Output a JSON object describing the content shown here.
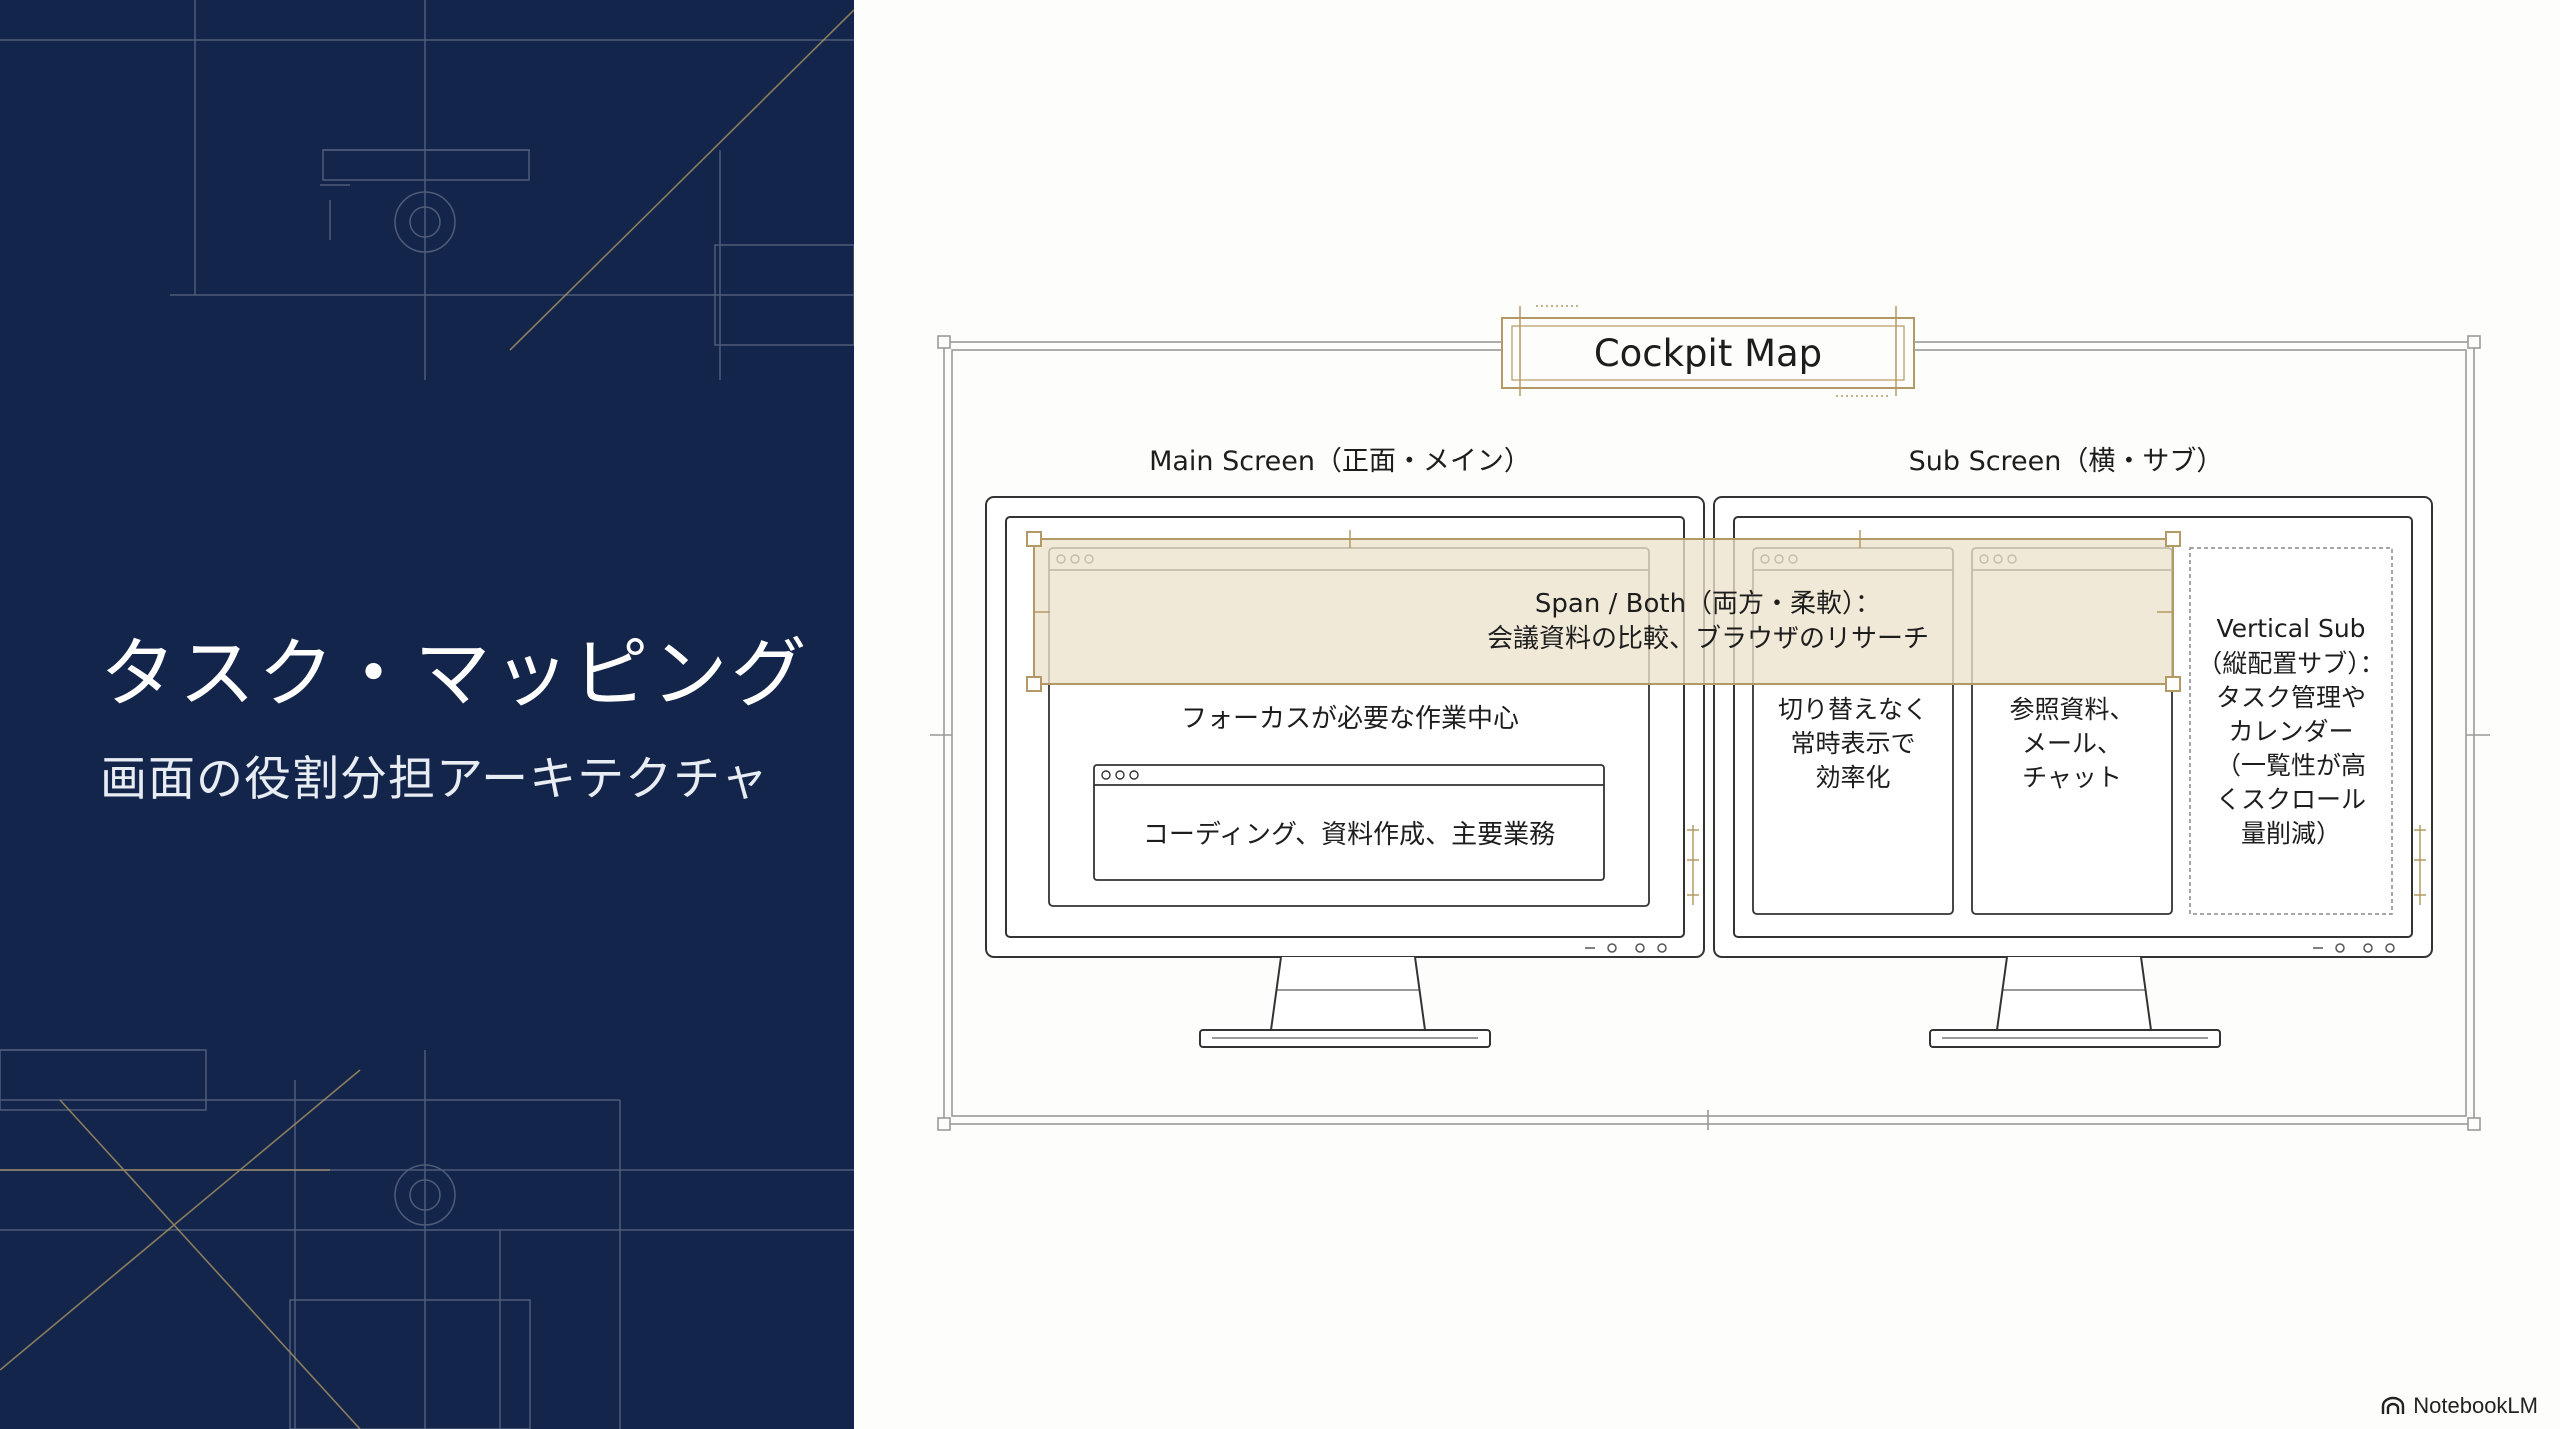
{
  "slide": {
    "title": "タスク・マッピング",
    "subtitle": "画面の役割分担アーキテクチャ"
  },
  "diagram": {
    "title": "Cockpit Map",
    "main_screen": {
      "label": "Main Screen（正面・メイン）",
      "focus_text": "フォーカスが必要な作業中心",
      "inner_window_text": "コーディング、資料作成、主要業務"
    },
    "sub_screen": {
      "label": "Sub Screen（横・サブ）",
      "panel1": [
        "切り替えなく",
        "常時表示で",
        "効率化"
      ],
      "panel2": [
        "参照資料、",
        "メール、",
        "チャット"
      ],
      "vertical_sub": [
        "Vertical Sub",
        "（縦配置サブ）：",
        "タスク管理や",
        "カレンダー",
        "（一覧性が高",
        "くスクロール",
        "量削減）"
      ]
    },
    "span": {
      "line1": "Span / Both（両方・柔軟）：",
      "line2": "会議資料の比較、ブラウザのリサーチ"
    }
  },
  "brand": {
    "label": "NotebookLM",
    "icon": "notebooklm-logo-icon"
  },
  "colors": {
    "navy": "#13254a",
    "gold": "#b39a64",
    "span_fill": "#ede3cd",
    "line": "#3a3a3a"
  }
}
